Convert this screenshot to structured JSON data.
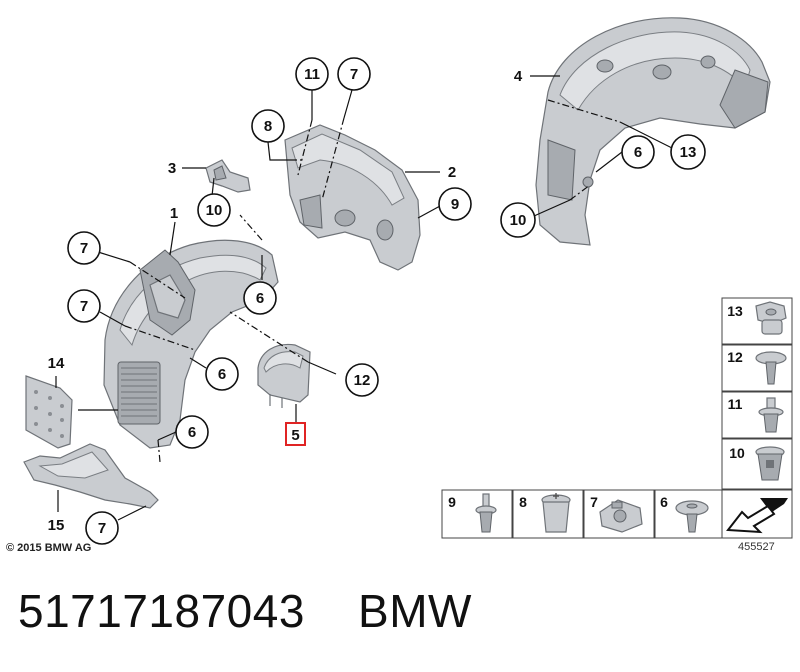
{
  "diagram": {
    "callouts": [
      {
        "id": "c11",
        "label": "11"
      },
      {
        "id": "c7a",
        "label": "7"
      },
      {
        "id": "c8",
        "label": "8"
      },
      {
        "id": "c2",
        "label": "2"
      },
      {
        "id": "c3",
        "label": "3"
      },
      {
        "id": "c10a",
        "label": "10"
      },
      {
        "id": "c9",
        "label": "9"
      },
      {
        "id": "c1",
        "label": "1"
      },
      {
        "id": "c7b",
        "label": "7"
      },
      {
        "id": "c6a",
        "label": "6"
      },
      {
        "id": "c7c",
        "label": "7"
      },
      {
        "id": "c14",
        "label": "14"
      },
      {
        "id": "c6b",
        "label": "6"
      },
      {
        "id": "c12",
        "label": "12"
      },
      {
        "id": "c5",
        "label": "5"
      },
      {
        "id": "c6c",
        "label": "6"
      },
      {
        "id": "c15",
        "label": "15"
      },
      {
        "id": "c7d",
        "label": "7"
      },
      {
        "id": "c4",
        "label": "4"
      },
      {
        "id": "c13",
        "label": "13"
      },
      {
        "id": "c6d",
        "label": "6"
      },
      {
        "id": "c10b",
        "label": "10"
      }
    ],
    "fasteners_vertical": [
      "13",
      "12",
      "11",
      "10"
    ],
    "fasteners_horizontal": [
      "9",
      "8",
      "7",
      "6"
    ]
  },
  "copyright": "© 2015 BMW AG",
  "reference_number": "455527",
  "footer": {
    "part_number": "51717187043",
    "brand": "BMW"
  },
  "colors": {
    "highlight": "#e02424",
    "part_fill": "#c9ccd0"
  }
}
